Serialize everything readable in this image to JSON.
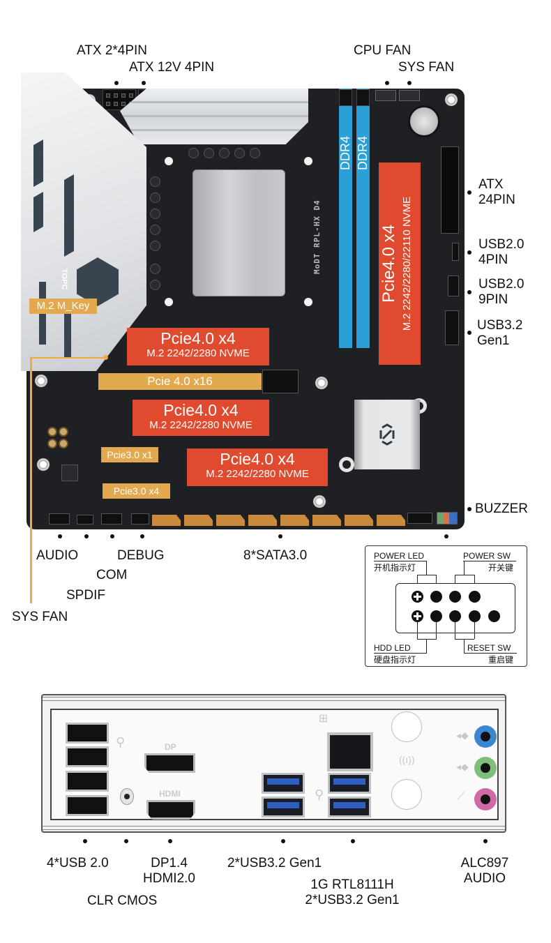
{
  "board": {
    "model_silk": "MoDT RPL-HX D4",
    "heatsink_logo": "TOPC",
    "colors": {
      "pcb": "#1f2023",
      "m2_tag": "#e04a2e",
      "pcie_tag": "#e2a94f",
      "dimm": "#2aa0d6",
      "leader_line": "#f0a840"
    }
  },
  "top_labels": {
    "atx_2x4pin": "ATX 2*4PIN",
    "atx_12v_4pin": "ATX 12V 4PIN",
    "cpu_fan": "CPU FAN",
    "sys_fan": "SYS FAN"
  },
  "right_labels": {
    "atx_24pin": "ATX\n24PIN",
    "usb20_4pin": "USB2.0\n4PIN",
    "usb20_9pin": "USB2.0\n9PIN",
    "usb32_gen1": "USB3.2\nGen1",
    "buzzer": "BUZZER"
  },
  "bottom_labels": {
    "audio": "AUDIO",
    "debug": "DEBUG",
    "com": "COM",
    "spdif": "SPDIF",
    "sys_fan": "SYS FAN",
    "sata": "8*SATA3.0"
  },
  "slots": {
    "dimm_1": "DDR4",
    "dimm_2": "DDR4",
    "m2_key_tag": "M.2 M_Key",
    "m2_cpu": {
      "title": "Pcie4.0 x4",
      "sub": "M.2 2242/2280 NVME"
    },
    "m2_vertical": {
      "title": "Pcie4.0 x4",
      "sub": "M.2 2242/2280/22110 NVME"
    },
    "pcie_x16": "Pcie 4.0 x16",
    "m2_mid": {
      "title": "Pcie4.0 x4",
      "sub": "M.2 2242/2280 NVME"
    },
    "pcie3_x1": "Pcie3.0 x1",
    "m2_low": {
      "title": "Pcie4.0 x4",
      "sub": "M.2 2242/2280 NVME"
    },
    "pcie3_x4": "Pcie3.0 x4"
  },
  "front_panel": {
    "power_led": "POWER LED",
    "power_led_cn": "开机指示灯",
    "power_sw": "POWER SW",
    "power_sw_cn": "开关键",
    "hdd_led": "HDD LED",
    "hdd_led_cn": "硬盘指示灯",
    "reset_sw": "RESET SW",
    "reset_sw_cn": "重启键"
  },
  "io_shield": {
    "dp_port_label": "DP",
    "hdmi_port_label": "HDMI",
    "icons": {
      "usb_left": "usb-icon",
      "usb_mid": "usb-icon",
      "lan": "network-icon",
      "wifi": "antenna-icon",
      "line_in": "audio-in-icon",
      "line_out": "audio-out-icon",
      "mic": "microphone-icon"
    },
    "labels": {
      "usb20": "4*USB 2.0",
      "dp_hdmi": "DP1.4\nHDMI2.0",
      "clr_cmos": "CLR CMOS",
      "usb32_a": "2*USB3.2 Gen1",
      "lan_usb": "1G RTL8111H\n2*USB3.2 Gen1",
      "audio": "ALC897\nAUDIO"
    },
    "jack_colors": {
      "line_in": "#3a86d0",
      "line_out": "#7fbf7a",
      "mic": "#cf6aa6"
    }
  }
}
